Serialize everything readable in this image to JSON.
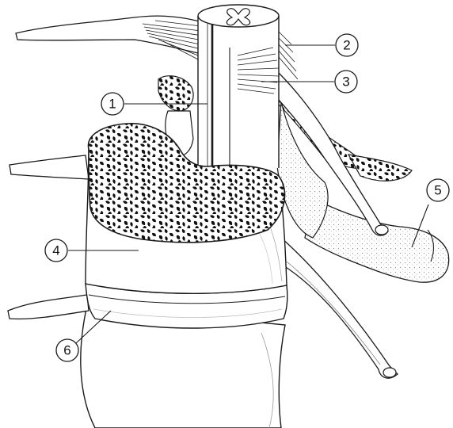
{
  "figure": {
    "callouts": [
      {
        "id": "c1",
        "label": "1"
      },
      {
        "id": "c2",
        "label": "2"
      },
      {
        "id": "c3",
        "label": "3"
      },
      {
        "id": "c4",
        "label": "4"
      },
      {
        "id": "c5",
        "label": "5"
      },
      {
        "id": "c6",
        "label": "6"
      }
    ],
    "colors": {
      "ink": "#1a1a1a",
      "paper": "#ffffff",
      "shade": "#c8c8c8"
    }
  }
}
